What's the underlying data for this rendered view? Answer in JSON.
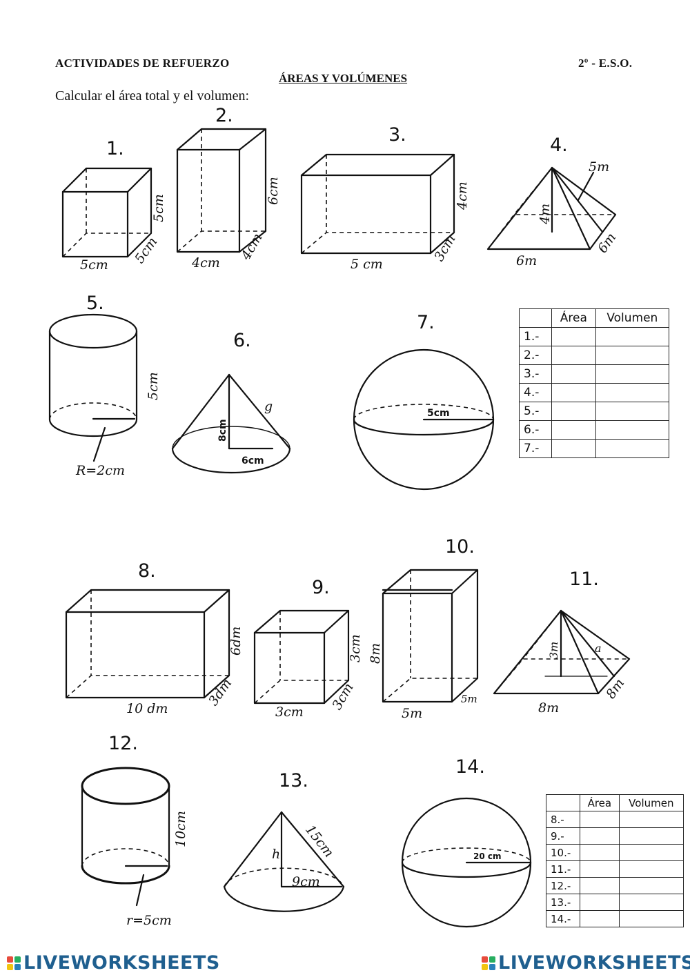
{
  "header": {
    "left": "ACTIVIDADES DE REFUERZO",
    "right": "2º - E.S.O.",
    "title": "ÁREAS Y VOLÚMENES",
    "instruction": "Calcular el área total y el volumen:"
  },
  "figures": [
    {
      "number": "1.",
      "labels": [
        "5cm",
        "5cm",
        "5cm"
      ]
    },
    {
      "number": "2.",
      "labels": [
        "4cm",
        "4cm",
        "6cm"
      ]
    },
    {
      "number": "3.",
      "labels": [
        "5 cm",
        "3cm",
        "4cm"
      ]
    },
    {
      "number": "4.",
      "labels": [
        "6m",
        "6m",
        "4m",
        "5m"
      ]
    },
    {
      "number": "5.",
      "labels": [
        "5cm",
        "R=2cm"
      ]
    },
    {
      "number": "6.",
      "labels": [
        "8cm",
        "6cm",
        "g"
      ]
    },
    {
      "number": "7.",
      "labels": [
        "5cm"
      ]
    },
    {
      "number": "8.",
      "labels": [
        "10 dm",
        "3dm",
        "6dm"
      ]
    },
    {
      "number": "9.",
      "labels": [
        "3cm",
        "3cm",
        "3cm"
      ]
    },
    {
      "number": "10.",
      "labels": [
        "5m",
        "5m",
        "8m"
      ]
    },
    {
      "number": "11.",
      "labels": [
        "8m",
        "8m",
        "3m",
        "a"
      ]
    },
    {
      "number": "12.",
      "labels": [
        "10cm",
        "r=5cm"
      ]
    },
    {
      "number": "13.",
      "labels": [
        "9cm",
        "15cm",
        "h"
      ]
    },
    {
      "number": "14.",
      "labels": [
        "20 cm"
      ]
    }
  ],
  "table1": {
    "headers": [
      "",
      "Área",
      "Volumen"
    ],
    "rows": [
      "1.-",
      "2.-",
      "3.-",
      "4.-",
      "5.-",
      "6.-",
      "7.-"
    ]
  },
  "table2": {
    "headers": [
      "",
      "Área",
      "Volumen"
    ],
    "rows": [
      "8.-",
      "9.-",
      "10.-",
      "11.-",
      "12.-",
      "13.-",
      "14.-"
    ]
  },
  "footer": {
    "logo_left": "LIVEWORKSHEETS",
    "logo_right": "LIVEWORKSHEETS",
    "logo_colors": [
      "#e74c3c",
      "#27ae60",
      "#f1c40f",
      "#2980b9"
    ]
  }
}
